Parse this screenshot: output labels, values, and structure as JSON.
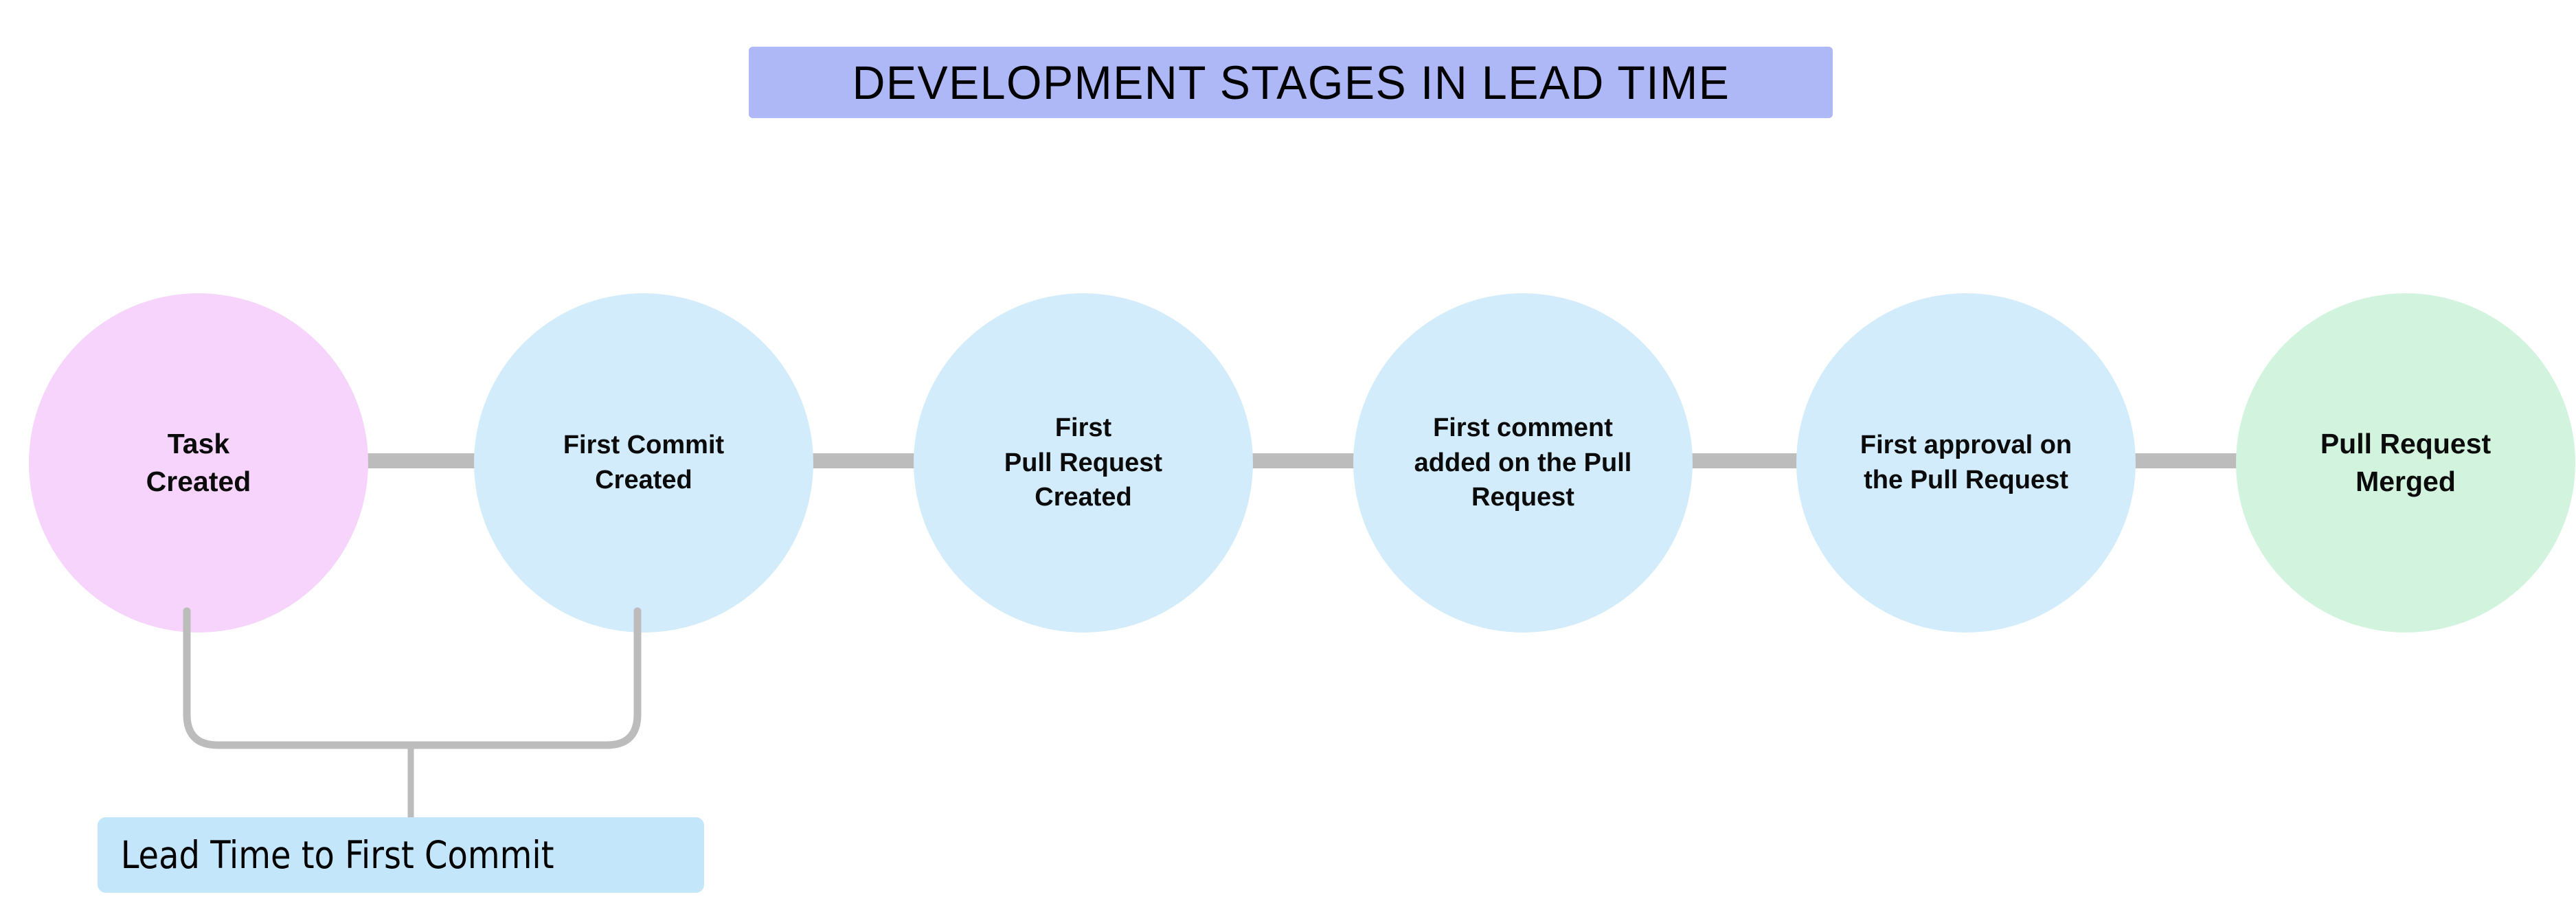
{
  "title": {
    "text": "DEVELOPMENT STAGES IN LEAD TIME",
    "background_color": "#aeb8f7",
    "text_color": "#000000"
  },
  "colors": {
    "canvas_background": "#ffffff",
    "connector": "#bcbcbc",
    "bracket": "#bcbcbc",
    "stage_start": "#f6d4fb",
    "stage_middle": "#d2ecfb",
    "stage_end": "#d2f4de",
    "leadtime_label_background": "#c3e6fb"
  },
  "stages": [
    {
      "id": "task-created",
      "label": "Task\nCreated",
      "fill": "#f6d4fb",
      "size": "lg"
    },
    {
      "id": "first-commit",
      "label": "First Commit\nCreated",
      "fill": "#d2ecfb",
      "size": "md"
    },
    {
      "id": "first-pull-request",
      "label": "First\nPull Request\nCreated",
      "fill": "#d2ecfb",
      "size": "md"
    },
    {
      "id": "first-comment",
      "label": "First comment\nadded on the Pull\nRequest",
      "fill": "#d2ecfb",
      "size": "md"
    },
    {
      "id": "first-approval",
      "label": "First approval on\nthe Pull Request",
      "fill": "#d2ecfb",
      "size": "md"
    },
    {
      "id": "pull-request-merged",
      "label": "Pull Request\nMerged",
      "fill": "#d2f4de",
      "size": "lg"
    }
  ],
  "annotation": {
    "label": "Lead Time to First Commit",
    "spans_from": "Task Created",
    "spans_to": "First Commit Created"
  }
}
